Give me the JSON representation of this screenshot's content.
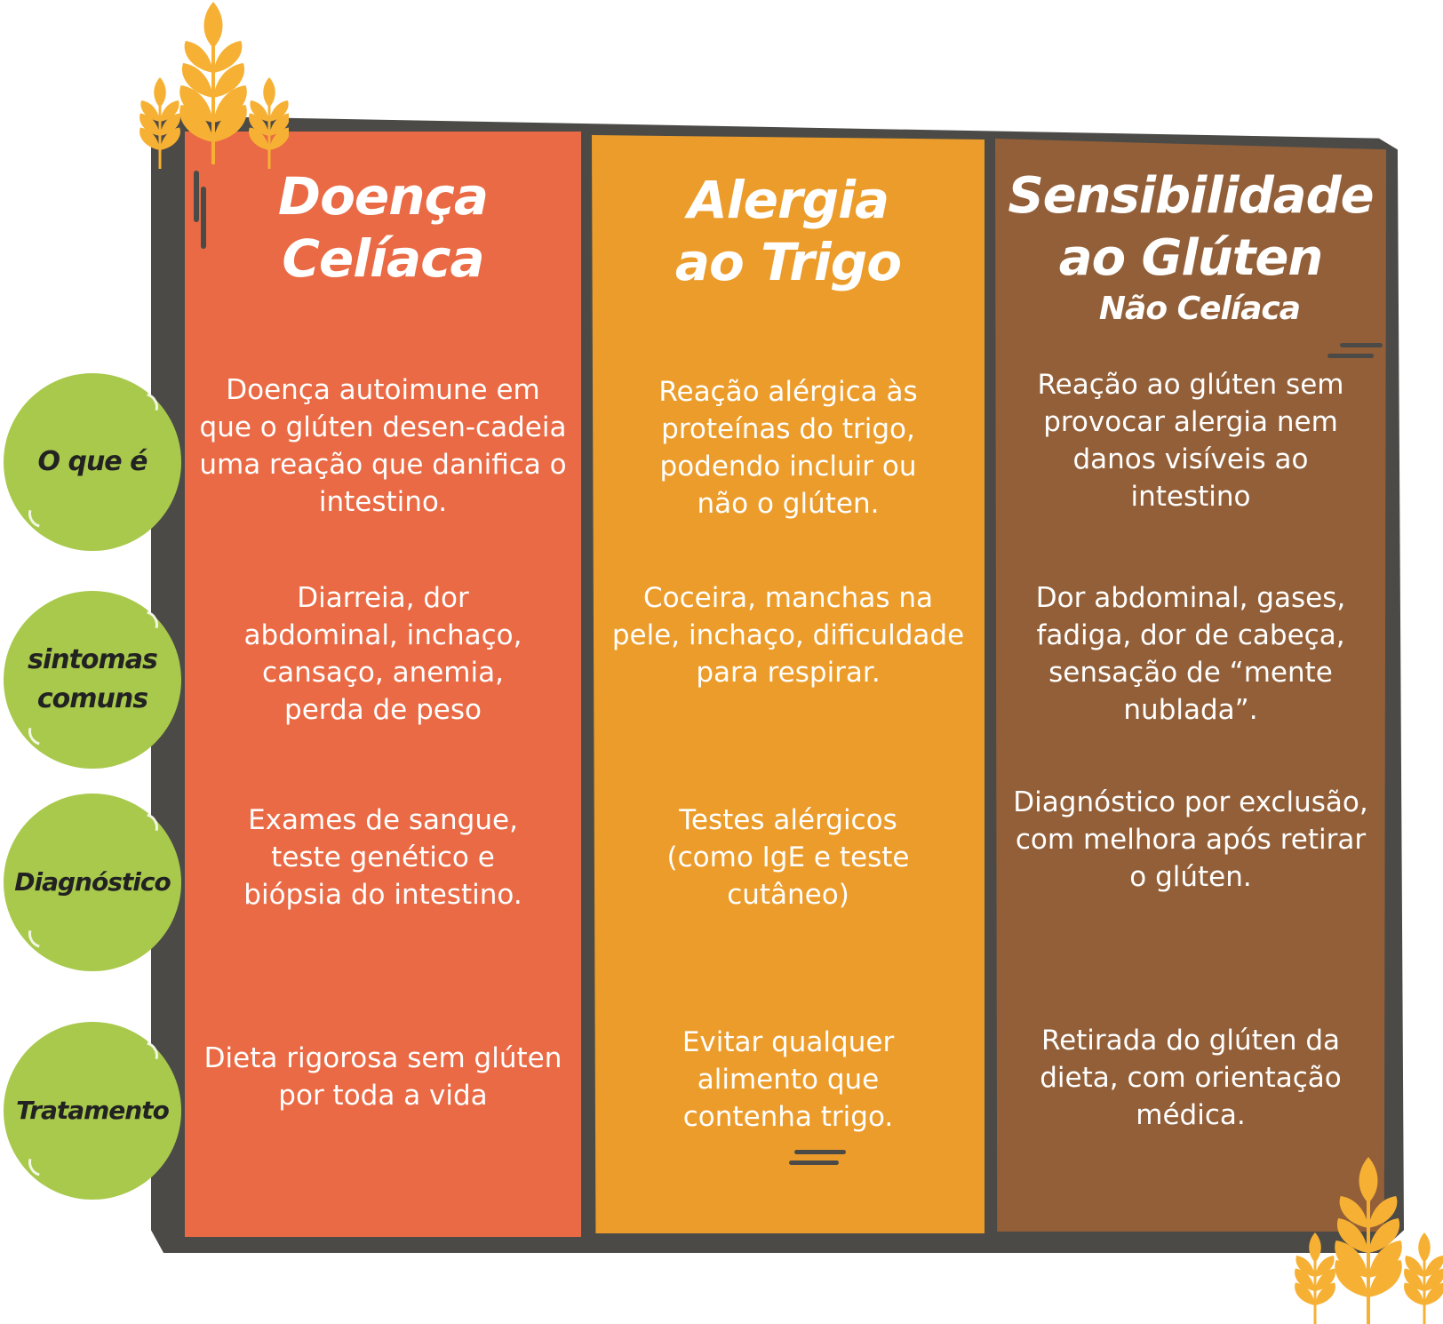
{
  "colors": {
    "frame": "#4b4a47",
    "celiac": "#e96a44",
    "wheat_allergy": "#ec9c2a",
    "sensitivity": "#925f38",
    "row_label_bg": "#a8c94c",
    "wheat_icon": "#f6b135",
    "text": "#ffffff"
  },
  "row_labels": [
    {
      "label": "O que é"
    },
    {
      "label": "sintomas comuns"
    },
    {
      "label": "Diagnóstico"
    },
    {
      "label": "Tratamento"
    }
  ],
  "columns": [
    {
      "title": "Doença Celíaca",
      "subtitle": "",
      "cells": [
        "Doença autoimune em que o glúten desen-cadeia uma reação que danifica o intestino.",
        "Diarreia, dor abdominal, inchaço, cansaço, anemia, perda de peso",
        "Exames de sangue, teste genético e biópsia do intestino.",
        "Dieta rigorosa sem glúten por toda a vida"
      ]
    },
    {
      "title": "Alergia ao Trigo",
      "subtitle": "",
      "cells": [
        "Reação alérgica às proteínas do trigo, podendo incluir ou não o glúten.",
        "Coceira, manchas na pele, inchaço, dificuldade para respirar.",
        "Testes alérgicos (como IgE e teste cutâneo)",
        "Evitar qualquer alimento que contenha trigo."
      ]
    },
    {
      "title": "Sensibilidade ao Glúten",
      "subtitle": "Não Celíaca",
      "cells": [
        "Reação ao glúten sem provocar alergia nem danos visíveis ao intestino",
        "Dor abdominal, gases, fadiga, dor de cabeça, sensação de “mente nublada”.",
        "Diagnóstico por exclusão, com melhora após retirar o glúten.",
        "Retirada do glúten da dieta, com orientação médica."
      ]
    }
  ],
  "icons": {
    "top_left": "wheat-stalks-icon",
    "bottom_right": "wheat-stalks-icon"
  }
}
